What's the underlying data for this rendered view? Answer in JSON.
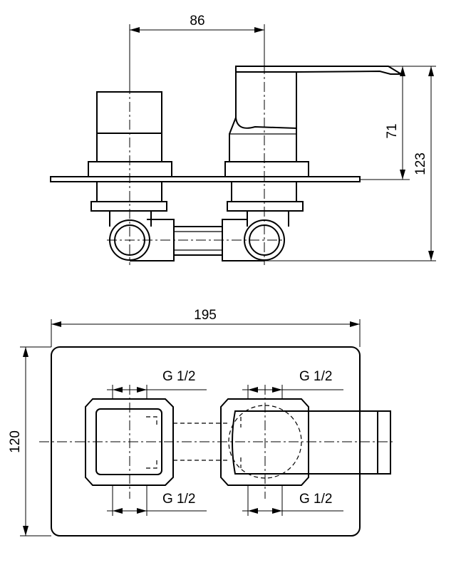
{
  "dimensions": {
    "handle_spacing": "86",
    "lever_height": "71",
    "total_height": "123",
    "plate_width": "195",
    "plate_height": "120"
  },
  "thread_labels": {
    "top_left": "G 1/2",
    "top_right": "G 1/2",
    "bottom_left": "G 1/2",
    "bottom_right": "G 1/2"
  },
  "colors": {
    "line": "#000000",
    "background": "#ffffff"
  }
}
